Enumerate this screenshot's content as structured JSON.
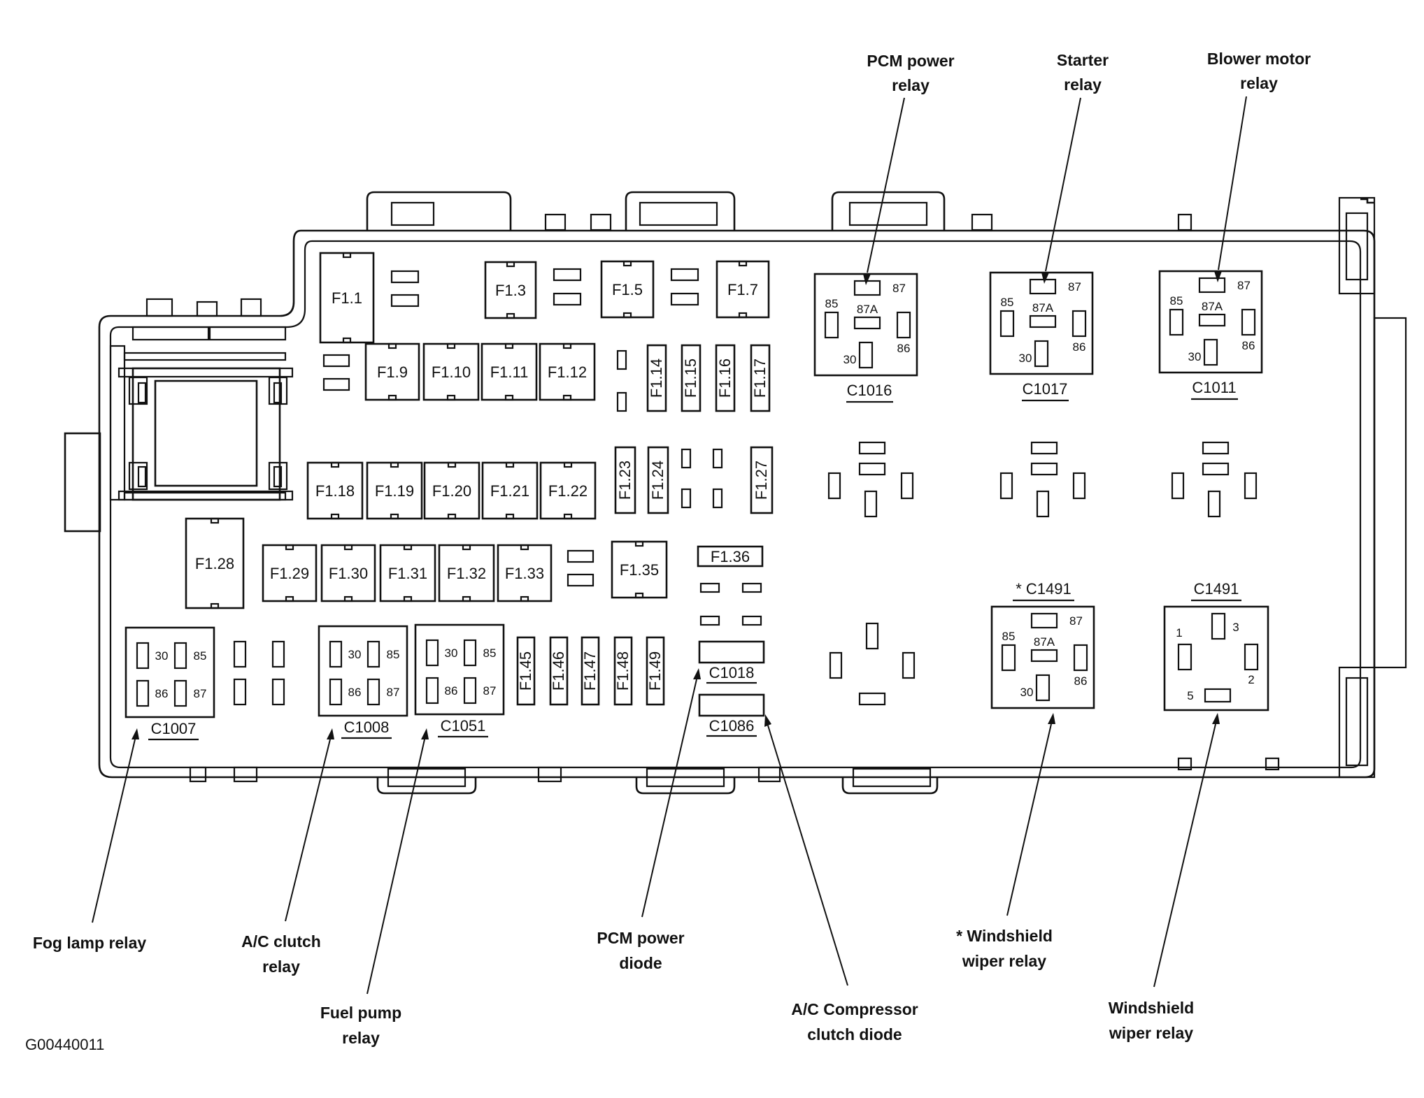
{
  "figure_id": "G00440011",
  "fuses": [
    {
      "id": "f1_1",
      "label": "F1.1"
    },
    {
      "id": "f1_3",
      "label": "F1.3"
    },
    {
      "id": "f1_5",
      "label": "F1.5"
    },
    {
      "id": "f1_7",
      "label": "F1.7"
    },
    {
      "id": "f1_9",
      "label": "F1.9"
    },
    {
      "id": "f1_10",
      "label": "F1.10"
    },
    {
      "id": "f1_11",
      "label": "F1.11"
    },
    {
      "id": "f1_12",
      "label": "F1.12"
    },
    {
      "id": "f1_14",
      "label": "F1.14"
    },
    {
      "id": "f1_15",
      "label": "F1.15"
    },
    {
      "id": "f1_16",
      "label": "F1.16"
    },
    {
      "id": "f1_17",
      "label": "F1.17"
    },
    {
      "id": "f1_18",
      "label": "F1.18"
    },
    {
      "id": "f1_19",
      "label": "F1.19"
    },
    {
      "id": "f1_20",
      "label": "F1.20"
    },
    {
      "id": "f1_21",
      "label": "F1.21"
    },
    {
      "id": "f1_22",
      "label": "F1.22"
    },
    {
      "id": "f1_23",
      "label": "F1.23"
    },
    {
      "id": "f1_24",
      "label": "F1.24"
    },
    {
      "id": "f1_27",
      "label": "F1.27"
    },
    {
      "id": "f1_28",
      "label": "F1.28"
    },
    {
      "id": "f1_29",
      "label": "F1.29"
    },
    {
      "id": "f1_30",
      "label": "F1.30"
    },
    {
      "id": "f1_31",
      "label": "F1.31"
    },
    {
      "id": "f1_32",
      "label": "F1.32"
    },
    {
      "id": "f1_33",
      "label": "F1.33"
    },
    {
      "id": "f1_35",
      "label": "F1.35"
    },
    {
      "id": "f1_36",
      "label": "F1.36"
    },
    {
      "id": "f1_45",
      "label": "F1.45"
    },
    {
      "id": "f1_46",
      "label": "F1.46"
    },
    {
      "id": "f1_47",
      "label": "F1.47"
    },
    {
      "id": "f1_48",
      "label": "F1.48"
    },
    {
      "id": "f1_49",
      "label": "F1.49"
    }
  ],
  "relays": [
    {
      "id": "c1016",
      "connector": "C1016",
      "pins": [
        "87",
        "85",
        "87A",
        "86",
        "30"
      ]
    },
    {
      "id": "c1017",
      "connector": "C1017",
      "pins": [
        "87",
        "85",
        "87A",
        "86",
        "30"
      ]
    },
    {
      "id": "c1011",
      "connector": "C1011",
      "pins": [
        "87",
        "85",
        "87A",
        "86",
        "30"
      ]
    },
    {
      "id": "c1491a",
      "connector": "* C1491",
      "pins": [
        "87",
        "85",
        "87A",
        "86",
        "30"
      ]
    },
    {
      "id": "c1491b",
      "connector": "C1491",
      "pins": [
        "1",
        "3",
        "2",
        "5"
      ]
    },
    {
      "id": "c1007",
      "connector": "C1007",
      "pins": [
        "30",
        "85",
        "86",
        "87"
      ]
    },
    {
      "id": "c1008",
      "connector": "C1008",
      "pins": [
        "30",
        "85",
        "86",
        "87"
      ]
    },
    {
      "id": "c1051",
      "connector": "C1051",
      "pins": [
        "30",
        "85",
        "86",
        "87"
      ]
    }
  ],
  "diodes": [
    {
      "id": "c1018",
      "connector": "C1018"
    },
    {
      "id": "c1086",
      "connector": "C1086"
    }
  ],
  "callouts": [
    {
      "id": "pcm_relay",
      "lines": [
        "PCM power",
        "relay"
      ]
    },
    {
      "id": "starter_relay",
      "lines": [
        "Starter",
        "relay"
      ]
    },
    {
      "id": "blower_relay",
      "lines": [
        "Blower motor",
        "relay"
      ]
    },
    {
      "id": "fog_relay",
      "lines": [
        "Fog lamp relay"
      ]
    },
    {
      "id": "ac_clutch_relay",
      "lines": [
        "A/C clutch",
        "relay"
      ]
    },
    {
      "id": "fuel_pump_relay",
      "lines": [
        "Fuel pump",
        "relay"
      ]
    },
    {
      "id": "pcm_diode",
      "lines": [
        "PCM power",
        "diode"
      ]
    },
    {
      "id": "ac_diode",
      "lines": [
        "A/C Compressor",
        "clutch diode"
      ]
    },
    {
      "id": "ws_relay_opt",
      "lines": [
        "* Windshield",
        "wiper relay"
      ]
    },
    {
      "id": "ws_relay",
      "lines": [
        "Windshield",
        "wiper relay"
      ]
    }
  ]
}
